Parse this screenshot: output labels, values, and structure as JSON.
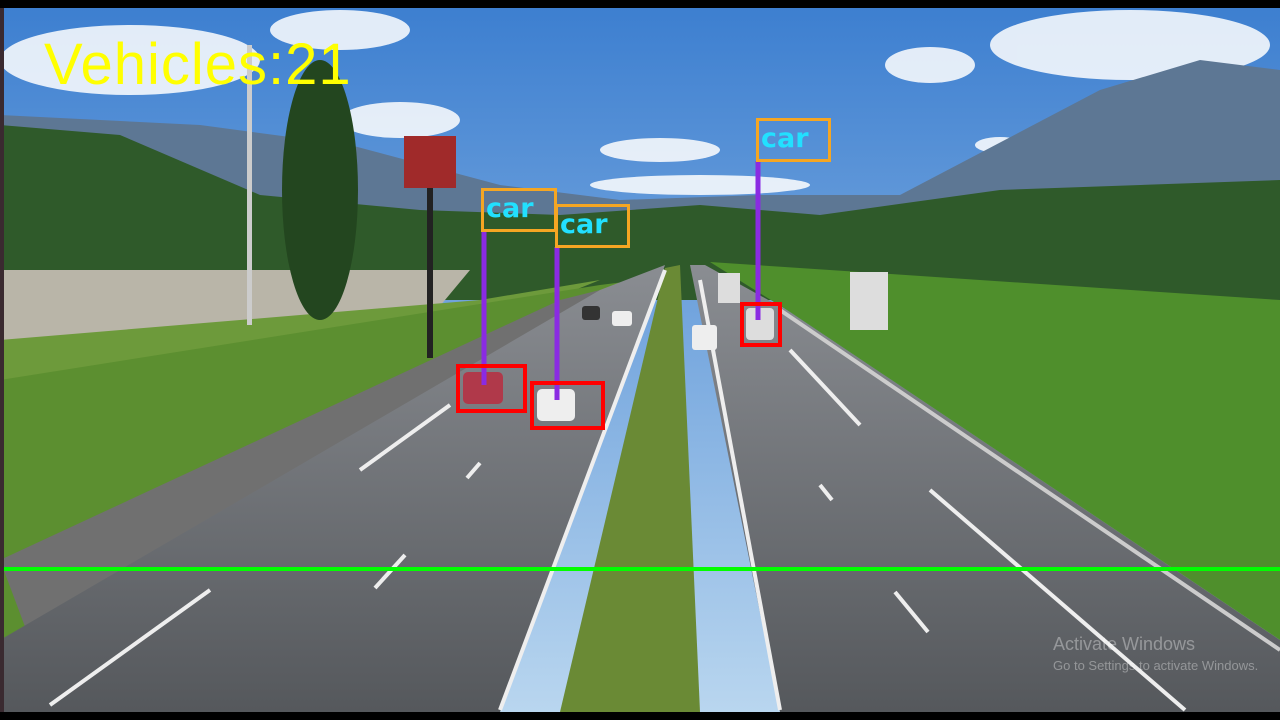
{
  "overlay": {
    "vehicle_count_text": "Vehicles:21",
    "vehicle_count": 21,
    "counting_line_color": "#00ff00",
    "box_color": "#ff0000",
    "label_border_color": "#f5a623",
    "label_text_color": "#22e0ff",
    "tracker_line_color": "#8a2be2",
    "detections": [
      {
        "label": "car"
      },
      {
        "label": "car"
      },
      {
        "label": "car"
      }
    ]
  },
  "watermark": {
    "title": "Activate Windows",
    "subtitle": "Go to Settings to activate Windows."
  }
}
